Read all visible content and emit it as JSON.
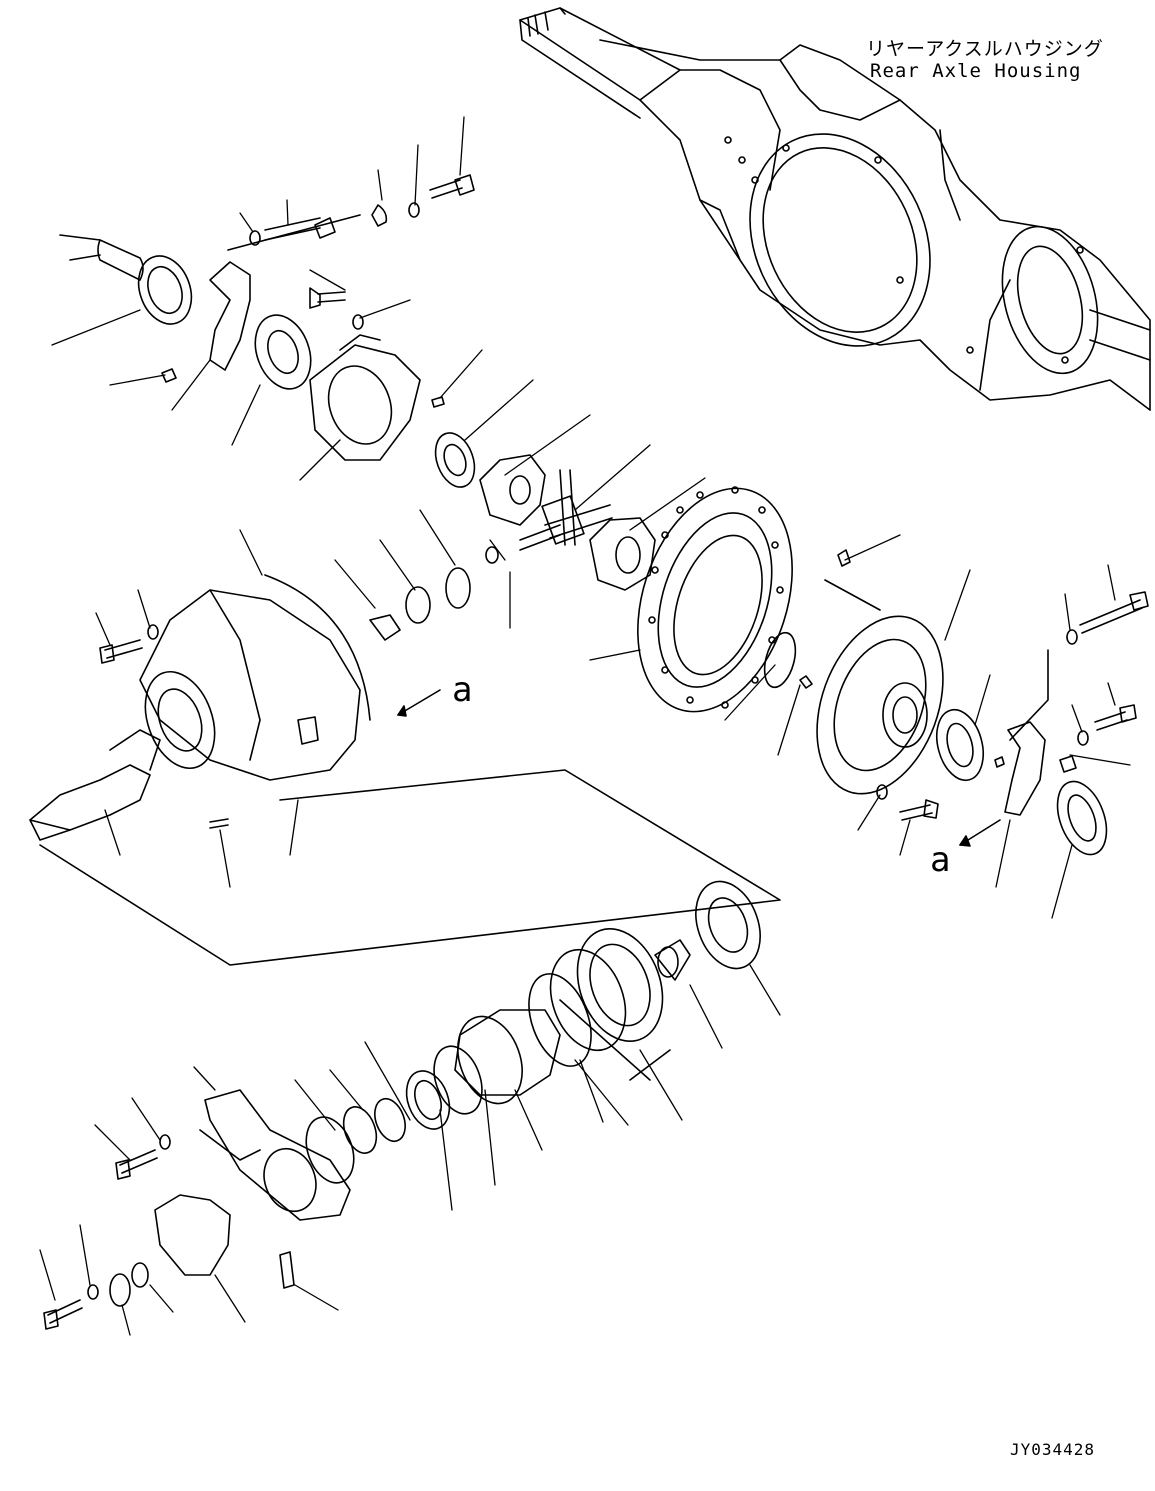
{
  "diagram": {
    "title_ja": "リヤーアクスルハウジング",
    "title_en": "Rear Axle Housing",
    "view_marker_1": "a",
    "view_marker_2": "a",
    "drawing_code": "JY034428"
  },
  "colors": {
    "ink": "#000000",
    "paper": "#ffffff"
  }
}
